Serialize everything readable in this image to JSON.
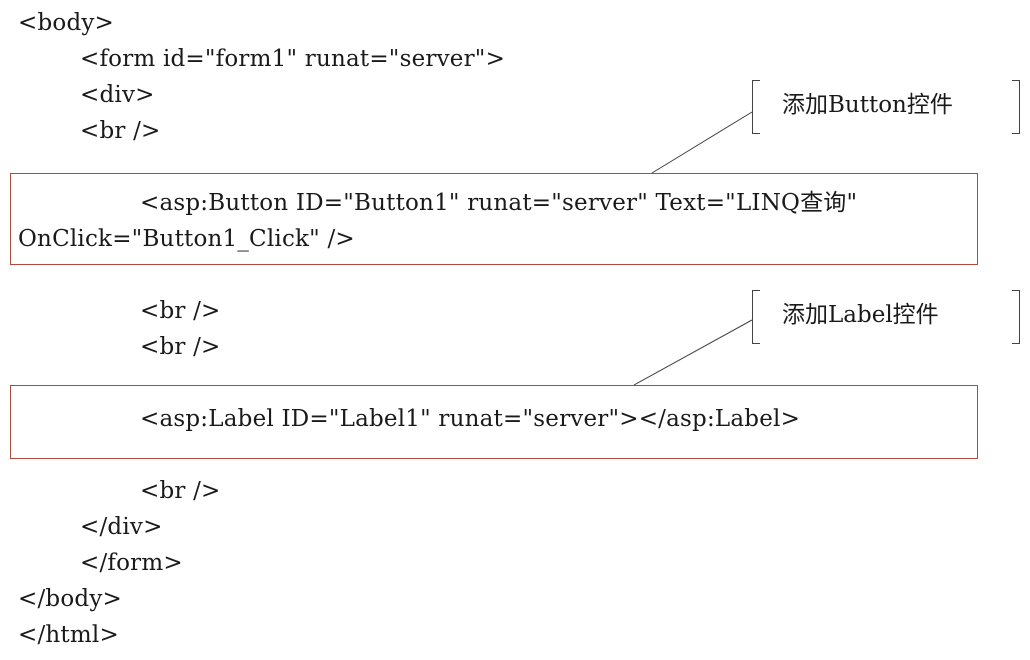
{
  "code": {
    "lines": [
      "<body>",
      "<form id=\"form1\" runat=\"server\">",
      "<div>",
      "<br />",
      "<asp:Button ID=\"Button1\" runat=\"server\" Text=\"LINQ查询\"",
      "OnClick=\"Button1_Click\" />",
      "<br />",
      "<br />",
      "<asp:Label ID=\"Label1\" runat=\"server\"></asp:Label>",
      "<br />",
      "</div>",
      "</form>",
      "</body>",
      "</html>"
    ]
  },
  "callouts": [
    {
      "label": "添加Button控件"
    },
    {
      "label": "添加Label控件"
    }
  ],
  "colors": {
    "highlight_border": "#b04a3c",
    "text": "#1a1a1a",
    "leader_line": "#444444"
  }
}
